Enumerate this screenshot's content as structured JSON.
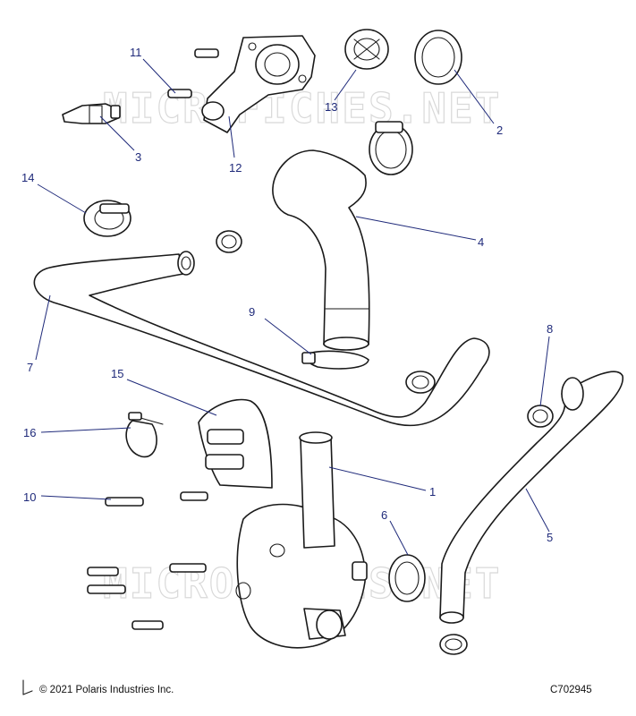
{
  "watermark_text": "MICROFICHES.NET",
  "callouts": [
    "1",
    "2",
    "3",
    "4",
    "5",
    "6",
    "7",
    "8",
    "9",
    "10",
    "11",
    "12",
    "13",
    "14",
    "15",
    "16"
  ],
  "footer": {
    "copyright": "© 2021 Polaris Industries Inc.",
    "figure_code": "C702945"
  },
  "colors": {
    "callout": "#1f2a7a",
    "line": "#1a1a1a",
    "watermark": "#d9d9d9"
  }
}
